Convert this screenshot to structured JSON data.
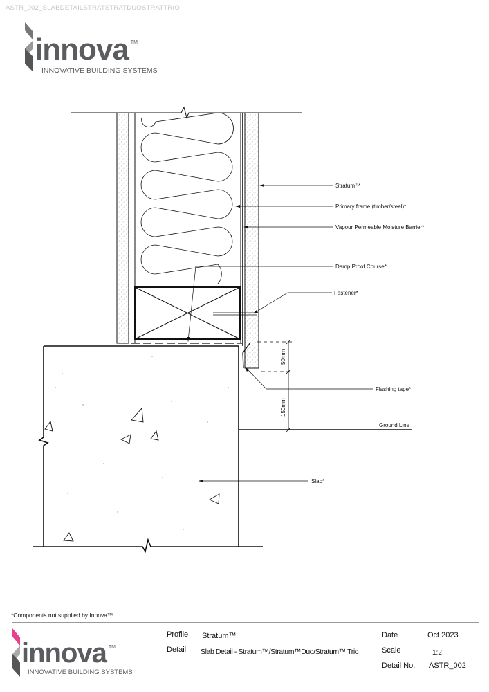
{
  "document_id": "ASTR_002_SLABDETAILSTRATSTRATDUOSTRATTRIO",
  "logo": {
    "word": "innova",
    "tm": "TM",
    "tagline": "INNOVATIVE BUILDING SYSTEMS"
  },
  "drawing": {
    "labels": {
      "stratum": "Stratum™",
      "primary_frame": "Primary frame (timber/steel)*",
      "vapour_barrier": "Vapour Permeable Moisture Barrier*",
      "dpc": "Damp Proof Course*",
      "fastener": "Fastener*",
      "flashing_tape": "Flashing tape*",
      "ground_line": "Ground Line",
      "slab": "Slab*"
    },
    "dimensions": {
      "upper": "50mm",
      "lower": "150mm"
    }
  },
  "footnote": "*Components not supplied by Innova™",
  "title_block": {
    "profile_label": "Profile",
    "profile_value": "Stratum™",
    "detail_label": "Detail",
    "detail_value": "Slab Detail - Stratum™/Stratum™Duo/Stratum™ Trio",
    "date_label": "Date",
    "date_value": "Oct 2023",
    "scale_label": "Scale",
    "scale_value": "1:2",
    "detail_no_label": "Detail No.",
    "detail_no_value": "ASTR_002"
  },
  "colors": {
    "brand_pink": "#e6418a",
    "brand_gray": "#5a5c60"
  }
}
